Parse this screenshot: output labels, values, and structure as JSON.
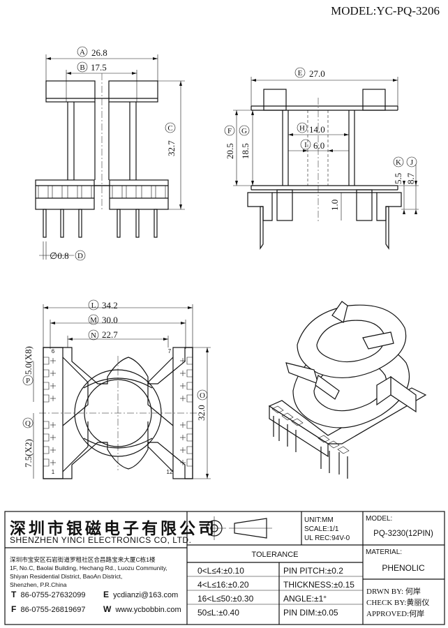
{
  "model_title": "MODEL:YC-PQ-3206",
  "views": {
    "front": {
      "labels": {
        "A": "26.8",
        "B": "17.5",
        "C": "32.7",
        "D": "∅0.8"
      },
      "letters": {
        "A": "A",
        "B": "B",
        "C": "C",
        "D": "D"
      }
    },
    "side": {
      "labels": {
        "E": "27.0",
        "F": "20.5",
        "G": "18.5",
        "H": "14.0",
        "I": "6.0",
        "J": "8.7",
        "K": "5.5",
        "pin": "1.0"
      },
      "letters": {
        "E": "E",
        "F": "F",
        "G": "G",
        "H": "H",
        "I": "I",
        "J": "J",
        "K": "K"
      }
    },
    "bottom": {
      "labels": {
        "L": "34.2",
        "M": "30.0",
        "N": "22.7",
        "O": "32.0",
        "P": "5.0(X8)",
        "Q": "7.5(X2)"
      },
      "letters": {
        "L": "L",
        "M": "M",
        "N": "N",
        "O": "O",
        "P": "P",
        "Q": "Q"
      },
      "pin_numbers": {
        "p6": "6",
        "p7": "7",
        "p1": "1",
        "p12": "12"
      }
    }
  },
  "title_block": {
    "company_cn": "深圳市银磁电子有限公司",
    "company_en": "SHENZHEN YINCI ELECTRONICS CO, LTD.",
    "address_cn": "深圳市宝安区石岩街道罗租社区合昌路宝来大厦C栋1楼",
    "address_en_1": "1F, No.C, Baolai Building, Hechang Rd., Luozu Community,",
    "address_en_2": "Shiyan Residential District, BaoAn District,",
    "address_en_3": "Shenzhen, P.R.China",
    "tel_label": "T",
    "tel": "86-0755-27632099",
    "fax_label": "F",
    "fax": "86-0755-26819697",
    "email_label": "E",
    "email": "ycdianzi@163.com",
    "web_label": "W",
    "web": "www.ycbobbin.com",
    "unit": "UNIT:MM",
    "scale": "SCALE:1/1",
    "ul_rec": "UL REC:94V-0",
    "model_label": "MODEL:",
    "model_value": "PQ-3230(12PIN)",
    "material_label": "MATERIAL:",
    "material_value": "PHENOLIC",
    "tolerance_title": "TOLERANCE",
    "tolerances": [
      "0<L≤4:±0.10",
      "4<L≤16:±0.20",
      "16<L≤50:±0.30",
      "50≤L:±0.40"
    ],
    "pin_tolerances": [
      "PIN PITCH:±0.2",
      "THICKNESS:±0.15",
      "ANGLE:±1°",
      "PIN DIM:±0.05"
    ],
    "drawn_by": "DRWN BY: 何岸",
    "check_by": "CHECK BY:黄丽仪",
    "approved": "APPROVED:何岸"
  }
}
